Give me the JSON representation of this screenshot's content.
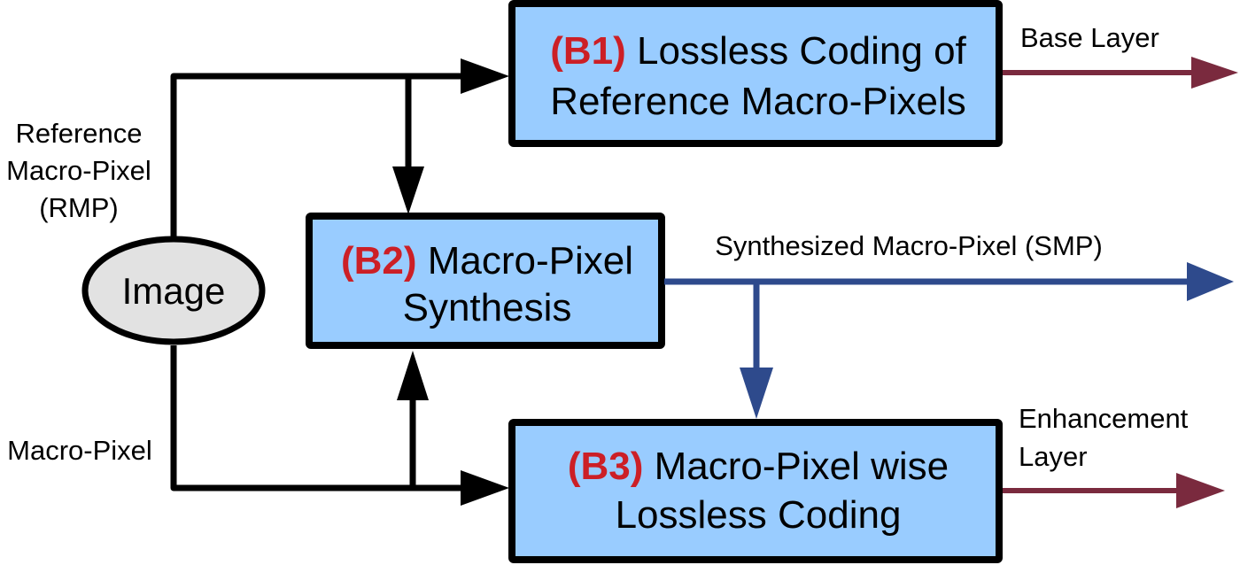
{
  "colors": {
    "block_fill": "#99ccff",
    "block_stroke": "#000000",
    "ellipse_fill": "#e2e2e2",
    "tag_color": "#cc1f26",
    "output_arrow": "#7a2a3e",
    "smp_arrow": "#2e4a8c",
    "flow_arrow": "#000000"
  },
  "source": {
    "label": "Image"
  },
  "inputs": {
    "rmp_label": [
      "Reference",
      "Macro-Pixel",
      "(RMP)"
    ],
    "mp_label": "Macro-Pixel"
  },
  "blocks": [
    {
      "id": "B1",
      "tag": "(B1)",
      "line1": "Lossless Coding of",
      "line2": "Reference Macro-Pixels"
    },
    {
      "id": "B2",
      "tag": "(B2)",
      "line1": "Macro-Pixel",
      "line2": "Synthesis"
    },
    {
      "id": "B3",
      "tag": "(B3)",
      "line1": "Macro-Pixel wise",
      "line2": "Lossless Coding"
    }
  ],
  "outputs": {
    "base_layer": "Base Layer",
    "smp": "Synthesized Macro-Pixel (SMP)",
    "enhancement_layer": [
      "Enhancement",
      "Layer"
    ]
  }
}
